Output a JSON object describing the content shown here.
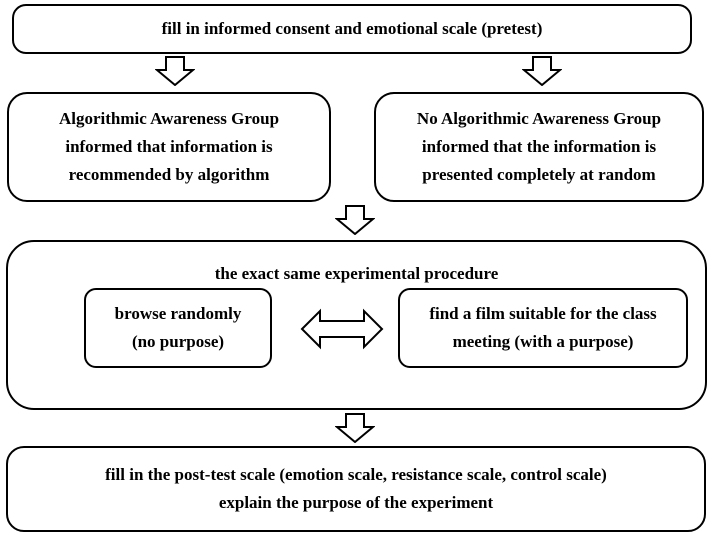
{
  "pretest": {
    "text": "fill in informed consent and emotional scale (pretest)"
  },
  "aware_group": {
    "title": "Algorithmic Awareness Group",
    "line2": "informed that information is",
    "line3": "recommended by algorithm"
  },
  "no_aware_group": {
    "title": "No Algorithmic Awareness Group",
    "line2": "informed that the information is",
    "line3": "presented completely at random"
  },
  "procedure": {
    "title": "the exact same experimental procedure",
    "browse": {
      "line1": "browse randomly",
      "line2": "(no purpose)"
    },
    "film": {
      "line1": "find a film suitable for the class",
      "line2": "meeting (with a purpose)"
    }
  },
  "posttest": {
    "line1": "fill in the post-test scale (emotion scale, resistance scale, control scale)",
    "line2": "explain the purpose of the experiment"
  },
  "colors": {
    "stroke": "#000000",
    "fill": "#ffffff"
  },
  "icons": {
    "down_arrow": "hollow-down-arrow",
    "double_arrow": "hollow-double-headed-arrow"
  }
}
